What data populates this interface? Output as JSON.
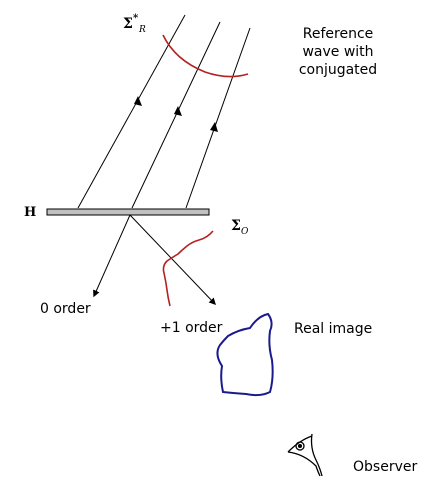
{
  "labels": {
    "reference_line1": "Reference",
    "reference_line2": "wave with",
    "reference_line3": "conjugated",
    "sigma_r_symbol": "Σ",
    "sigma_r_sup": "*",
    "sigma_r_sub": "R",
    "hologram": "H",
    "sigma_o_symbol": "Σ",
    "sigma_o_sub": "O",
    "zero_order": "0 order",
    "plus_one_order": "+1 order",
    "real_image": "Real image",
    "observer": "Observer"
  },
  "colors": {
    "wavefront": "#b22222",
    "real_image": "#1a1a8c",
    "hologram_plate": "#c0c0c0"
  },
  "icons": {
    "observer": "eye-icon"
  }
}
